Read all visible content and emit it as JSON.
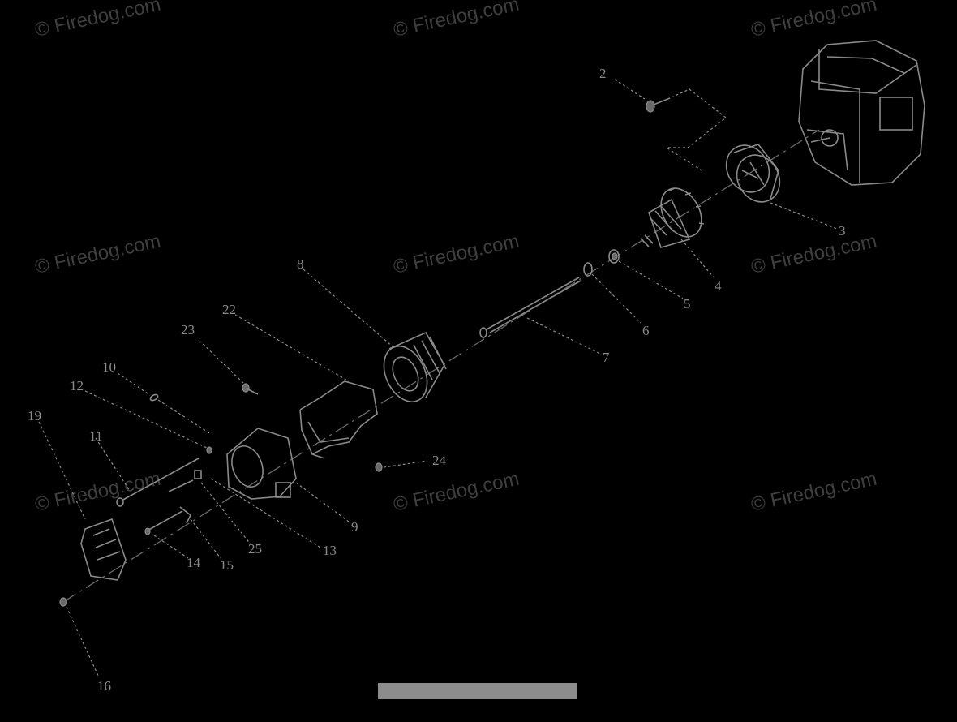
{
  "watermarks": [
    "© Firedog.com",
    "© Firedog.com",
    "© Firedog.com",
    "© Firedog.com",
    "© Firedog.com",
    "© Firedog.com",
    "© Firedog.com",
    "© Firedog.com",
    "© Firedog.com"
  ],
  "parts": [
    {
      "id": "2"
    },
    {
      "id": "3"
    },
    {
      "id": "4"
    },
    {
      "id": "5"
    },
    {
      "id": "6"
    },
    {
      "id": "7"
    },
    {
      "id": "8"
    },
    {
      "id": "9"
    },
    {
      "id": "10"
    },
    {
      "id": "11"
    },
    {
      "id": "12"
    },
    {
      "id": "13"
    },
    {
      "id": "14"
    },
    {
      "id": "15"
    },
    {
      "id": "16"
    },
    {
      "id": "19"
    },
    {
      "id": "22"
    },
    {
      "id": "23"
    },
    {
      "id": "24"
    },
    {
      "id": "25"
    }
  ],
  "colors": {
    "background": "#000000",
    "line": "#8a8a8a",
    "watermark": "#3e3e3e",
    "bar": "#8c8c8c"
  }
}
